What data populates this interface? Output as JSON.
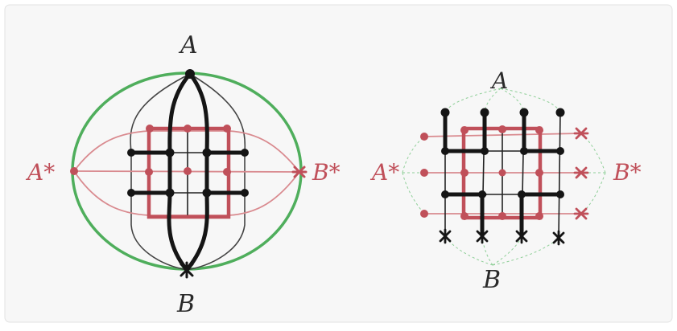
{
  "colors": {
    "paper": "#f7f7f7",
    "border": "#e2e2e2",
    "ink": "#151515",
    "red": "#c0505a",
    "red_light": "#d98a8f",
    "green": "#4fae5c",
    "green_faint": "#8fcf98",
    "grey": "#444444"
  },
  "left_diagram": {
    "label_top": "A",
    "label_bottom": "B",
    "label_left": "A*",
    "label_right": "B*"
  },
  "right_diagram": {
    "label_top": "A",
    "label_bottom": "B",
    "label_left": "A*",
    "label_right": "B*"
  }
}
